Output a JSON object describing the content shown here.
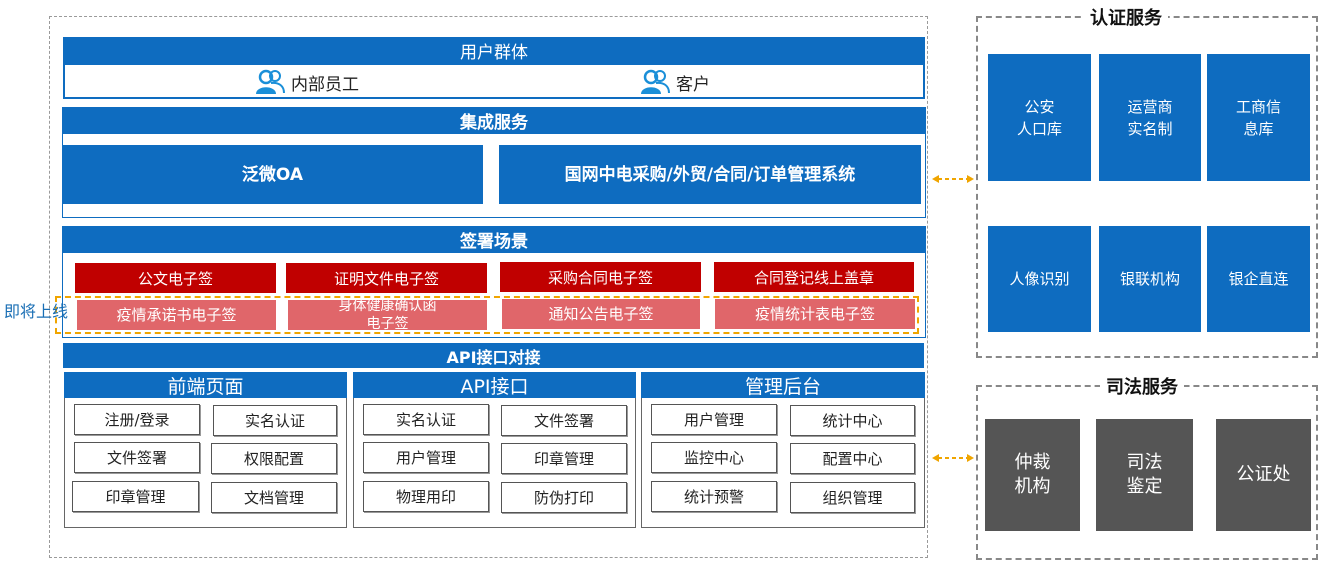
{
  "user_group": {
    "title": "用户群体",
    "items": [
      {
        "label": "内部员工",
        "icon": "users-icon"
      },
      {
        "label": "客户",
        "icon": "users-icon"
      }
    ]
  },
  "integration": {
    "title": "集成服务",
    "systems": [
      "泛微OA",
      "国网中电采购/外贸/合同/订单管理系统"
    ]
  },
  "signing": {
    "title": "签署场景",
    "row1": [
      "公文电子签",
      "证明文件电子签",
      "采购合同电子签",
      "合同登记线上盖章"
    ],
    "row2": [
      "疫情承诺书电子签",
      "身体健康确认函\n电子签",
      "通知公告电子签",
      "疫情统计表电子签"
    ],
    "upcoming_label": "即将上线"
  },
  "api_bar": "API接口对接",
  "modules": [
    {
      "title": "前端页面",
      "items": [
        "注册/登录",
        "实名认证",
        "文件签署",
        "权限配置",
        "印章管理",
        "文档管理"
      ]
    },
    {
      "title": "API接口",
      "items": [
        "实名认证",
        "文件签署",
        "用户管理",
        "印章管理",
        "物理用印",
        "防伪打印"
      ]
    },
    {
      "title": "管理后台",
      "items": [
        "用户管理",
        "统计中心",
        "监控中心",
        "配置中心",
        "统计预警",
        "组织管理"
      ]
    }
  ],
  "auth_service": {
    "title": "认证服务",
    "items": [
      "公安\n人口库",
      "运营商\n实名制",
      "工商信\n息库",
      "人像识别",
      "银联机构",
      "银企直连"
    ]
  },
  "judicial_service": {
    "title": "司法服务",
    "items": [
      "仲裁\n机构",
      "司法\n鉴定",
      "公证处"
    ]
  },
  "colors": {
    "blue": "#0e6cc0",
    "red": "#c00000",
    "pink": "#e0666a",
    "grey": "#555555",
    "orange_dash": "#f0a500"
  }
}
